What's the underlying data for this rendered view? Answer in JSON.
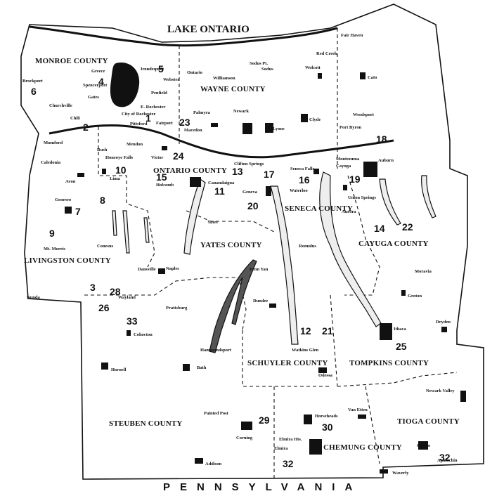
{
  "lake_label": "LAKE ONTARIO",
  "state_label": "PENNSYLVANIA",
  "counties": [
    {
      "id": "monroe",
      "label": "MONROE COUNTY"
    },
    {
      "id": "wayne",
      "label": "WAYNE COUNTY"
    },
    {
      "id": "ontario",
      "label": "ONTARIO COUNTY"
    },
    {
      "id": "seneca",
      "label": "SENECA COUNTY"
    },
    {
      "id": "cayuga",
      "label": "CAYUGA COUNTY"
    },
    {
      "id": "livingston",
      "label": "LIVINGSTON COUNTY"
    },
    {
      "id": "yates",
      "label": "YATES COUNTY"
    },
    {
      "id": "schuyler",
      "label": "SCHUYLER COUNTY"
    },
    {
      "id": "tompkins",
      "label": "TOMPKINS COUNTY"
    },
    {
      "id": "steuben",
      "label": "STEUBEN COUNTY"
    },
    {
      "id": "chemung",
      "label": "CHEMUNG COUNTY"
    },
    {
      "id": "tioga",
      "label": "TIOGA COUNTY"
    }
  ],
  "towns": [
    "Fair Haven",
    "Sodus Pt.",
    "Sodus",
    "Red Creek",
    "Wolcott",
    "Cato",
    "Ontario",
    "Williamson",
    "Brockport",
    "Greece",
    "Spencerport",
    "Irondequoit",
    "Webster",
    "Gates",
    "Penfield",
    "City of Rochester",
    "E. Rochester",
    "Churchville",
    "Chili",
    "Pittsford",
    "Fairport",
    "Palmyra",
    "Macedon",
    "Newark",
    "Lyons",
    "Clyde",
    "Weedsport",
    "Port Byron",
    "Mumford",
    "Caledonia",
    "Rush",
    "Mendon",
    "Victor",
    "Honeoye Falls",
    "Montezuma",
    "Cayuga",
    "Auburn",
    "Clifton Springs",
    "Seneca Falls",
    "Waterloo",
    "Avon",
    "Lima",
    "Canandaigua",
    "Holcomb",
    "Geneva",
    "Union Springs",
    "Geneseo",
    "Aurora",
    "Mt. Morris",
    "Conesus",
    "Yates",
    "Romulus",
    "Penn Yan",
    "Moravia",
    "Dansville",
    "Naples",
    "Groton",
    "Nunda",
    "Wayland",
    "Dundee",
    "Dryden",
    "Prattsburg",
    "Cohocton",
    "Ithaca",
    "Hammondsport",
    "Watkins Glen",
    "Hornell",
    "Bath",
    "Odessa",
    "Newark Valley",
    "Painted Post",
    "Van Etten",
    "Horseheads",
    "Corning",
    "Elmira Hts.",
    "Elmira",
    "Owego",
    "Apalachin",
    "Addison",
    "Waverly"
  ],
  "numbers": [
    "1",
    "2",
    "3",
    "4",
    "5",
    "6",
    "7",
    "8",
    "9",
    "10",
    "11",
    "12",
    "13",
    "14",
    "15",
    "16",
    "17",
    "18",
    "19",
    "20",
    "21",
    "22",
    "23",
    "24",
    "25",
    "26",
    "28",
    "29",
    "30",
    "32",
    "32",
    "33"
  ]
}
